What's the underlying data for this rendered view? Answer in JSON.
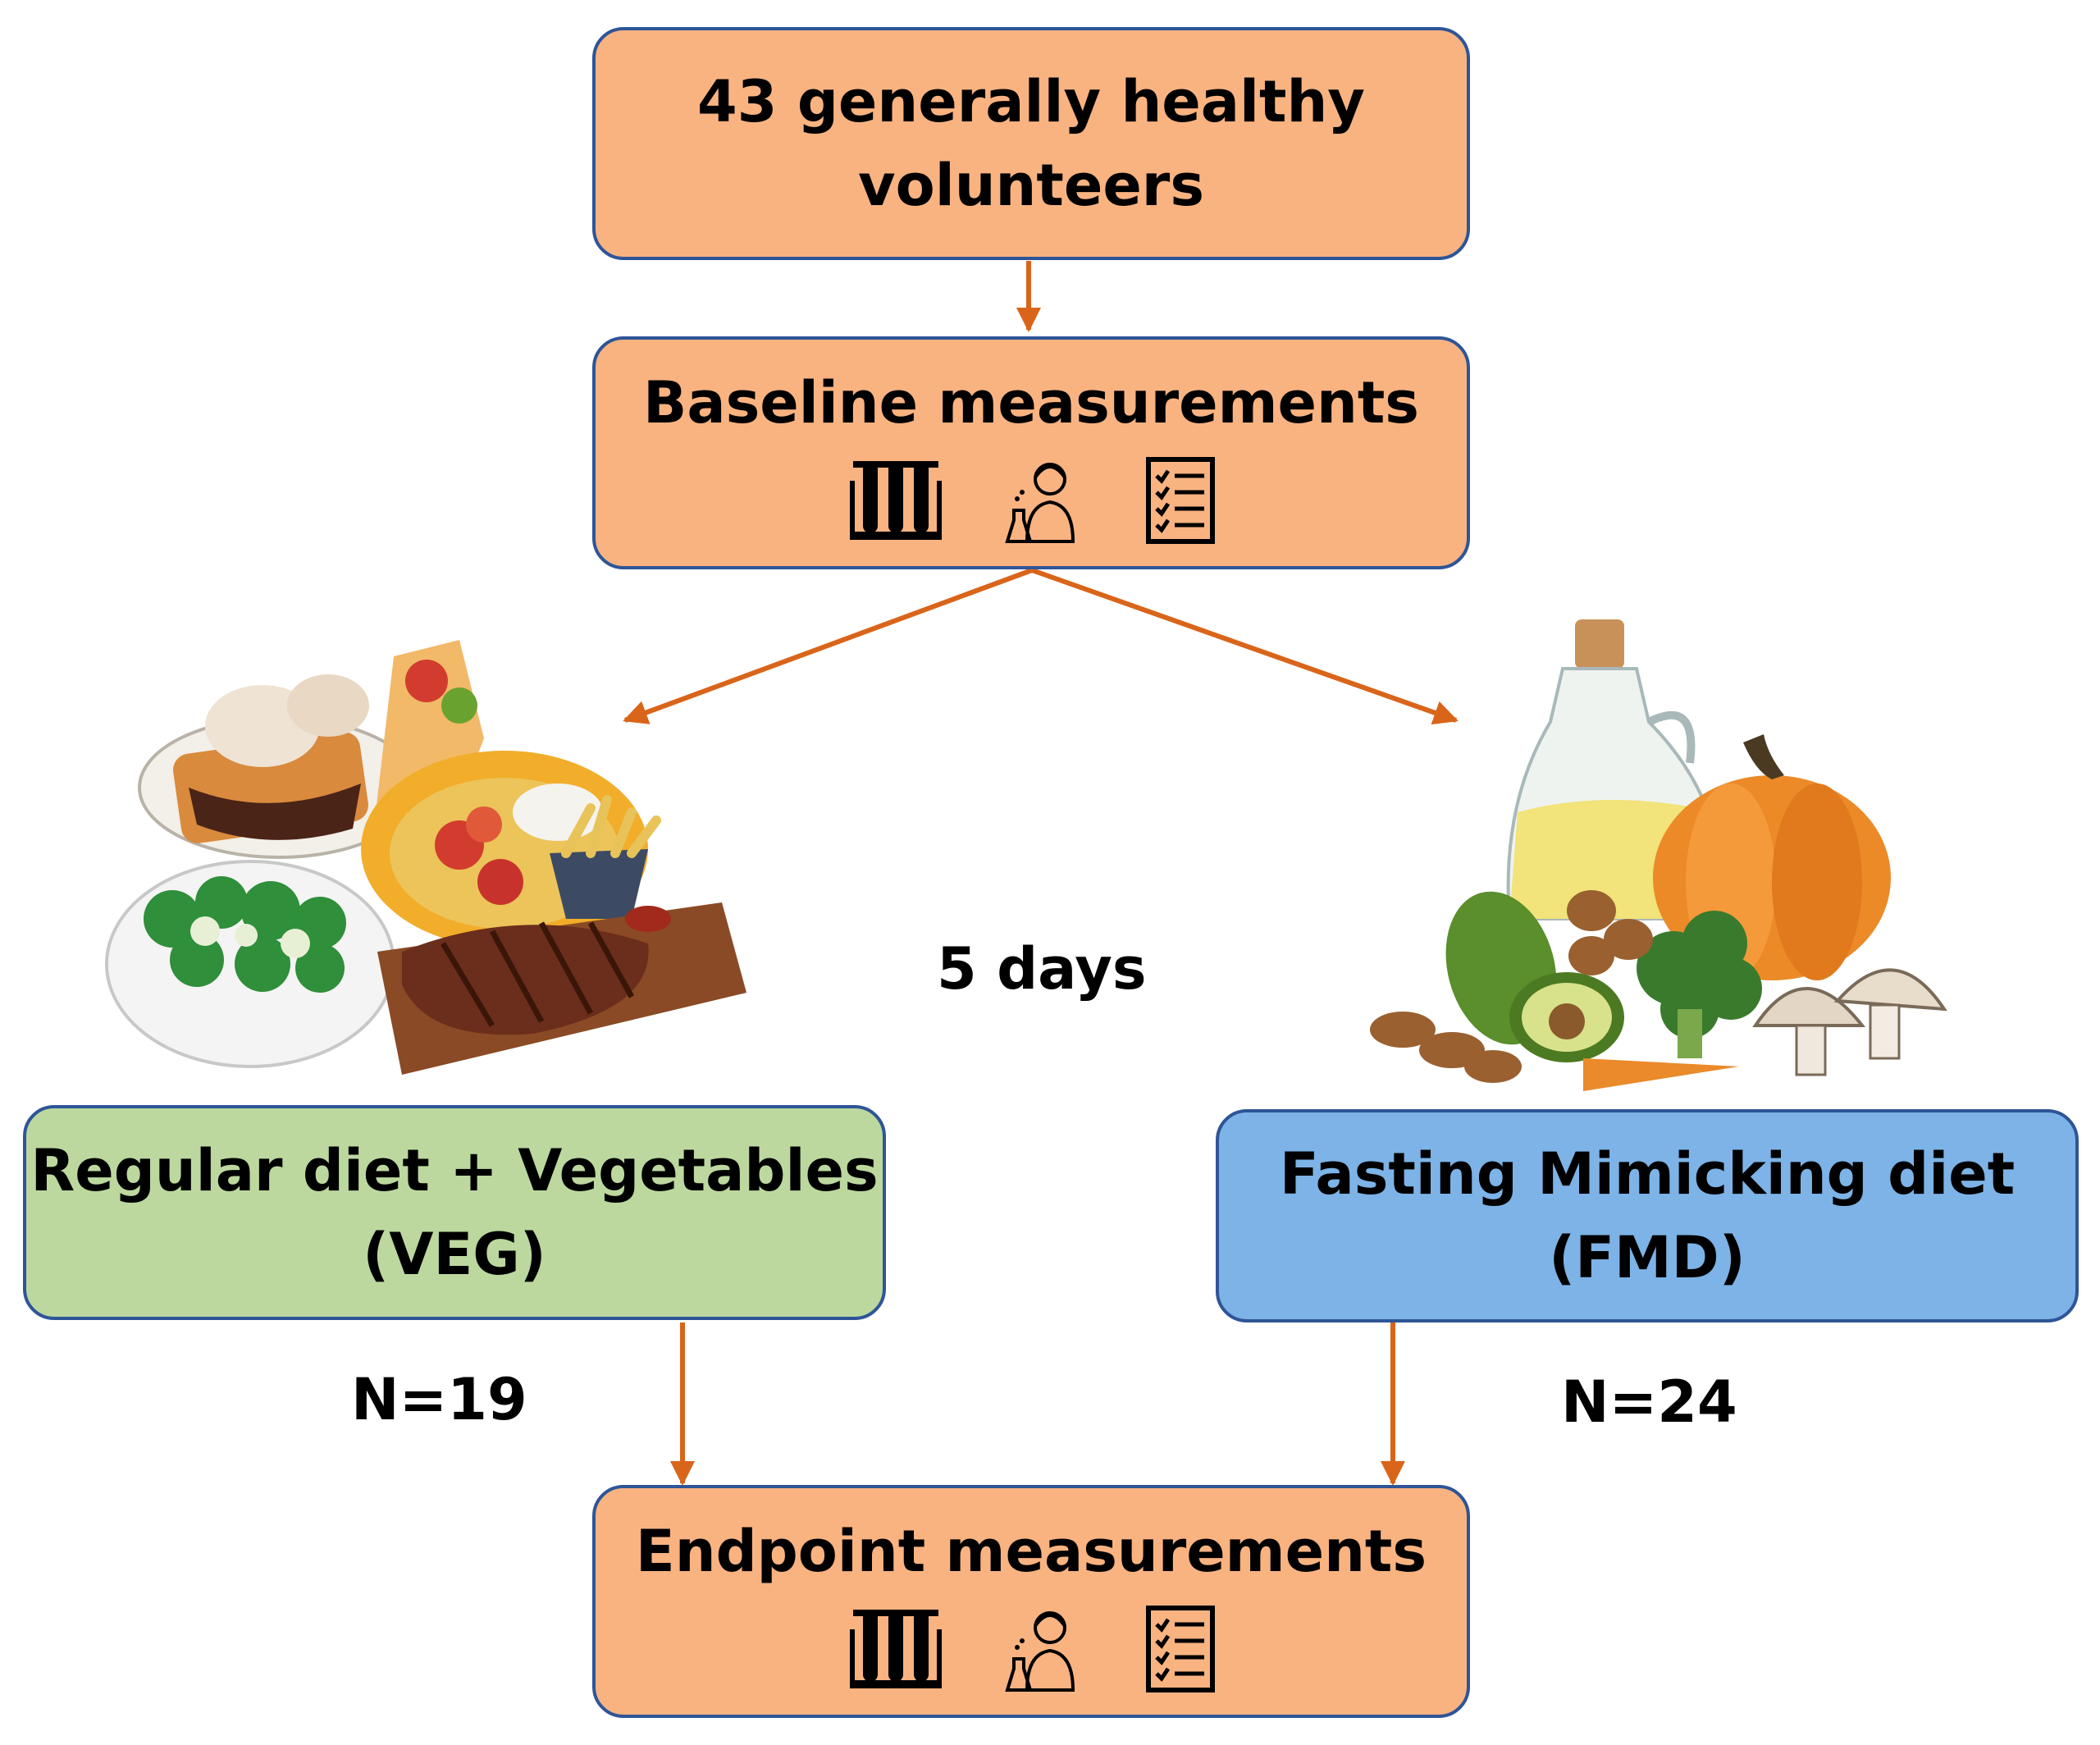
{
  "nodes": {
    "volunteers": {
      "line1": "43 generally healthy",
      "line2": "volunteers"
    },
    "baseline": {
      "label": "Baseline measurements"
    },
    "veg": {
      "line1": "Regular diet + Vegetables",
      "line2": "(VEG)"
    },
    "fmd": {
      "line1": "Fasting Mimicking diet",
      "line2": "(FMD)"
    },
    "endpoint": {
      "label": "Endpoint measurements"
    }
  },
  "labels": {
    "duration": "5 days",
    "veg_n": "N=19",
    "fmd_n": "N=24"
  },
  "icons": [
    "test-tubes-icon",
    "scientist-icon",
    "checklist-icon"
  ],
  "colors": {
    "orange_box": "#f9b381",
    "green_box": "#bcd89f",
    "blue_box": "#7db3e6",
    "border": "#2e5597",
    "arrow": "#d9651a"
  }
}
